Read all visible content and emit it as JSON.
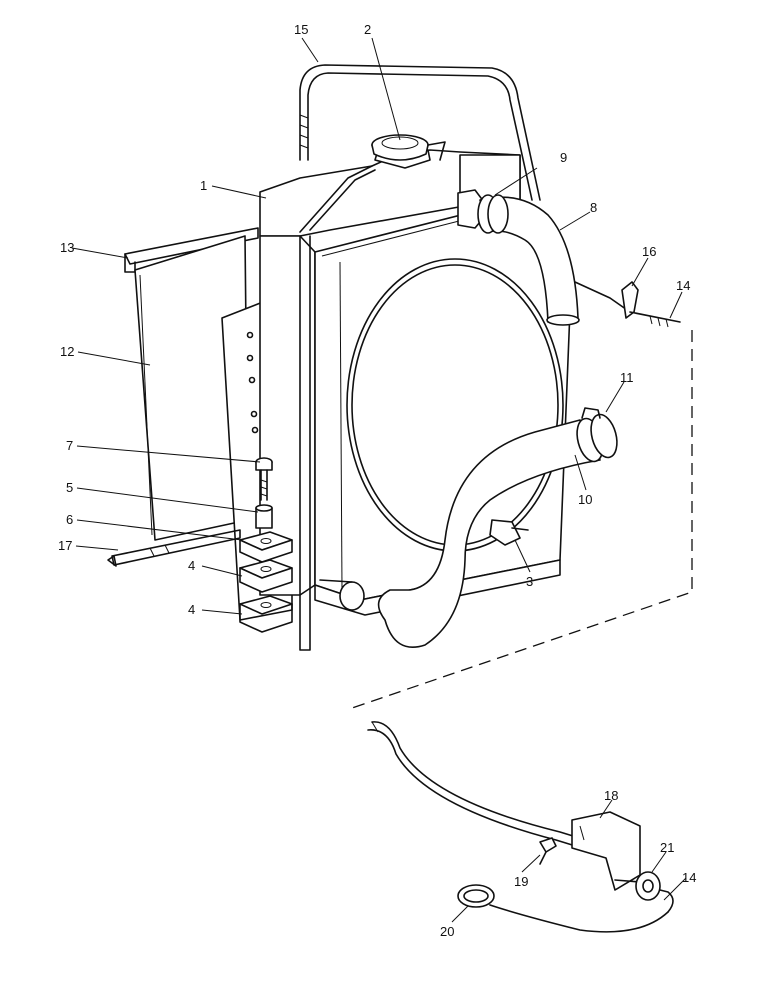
{
  "callouts": [
    {
      "id": "c1",
      "text": "1"
    },
    {
      "id": "c2",
      "text": "2"
    },
    {
      "id": "c3",
      "text": "3"
    },
    {
      "id": "c4a",
      "text": "4"
    },
    {
      "id": "c4b",
      "text": "4"
    },
    {
      "id": "c5",
      "text": "5"
    },
    {
      "id": "c6",
      "text": "6"
    },
    {
      "id": "c7",
      "text": "7"
    },
    {
      "id": "c8",
      "text": "8"
    },
    {
      "id": "c9",
      "text": "9"
    },
    {
      "id": "c10",
      "text": "10"
    },
    {
      "id": "c11",
      "text": "11"
    },
    {
      "id": "c12",
      "text": "12"
    },
    {
      "id": "c13",
      "text": "13"
    },
    {
      "id": "c14a",
      "text": "14"
    },
    {
      "id": "c14b",
      "text": "14"
    },
    {
      "id": "c15",
      "text": "15"
    },
    {
      "id": "c16",
      "text": "16"
    },
    {
      "id": "c17",
      "text": "17"
    },
    {
      "id": "c18",
      "text": "18"
    },
    {
      "id": "c19",
      "text": "19"
    },
    {
      "id": "c20",
      "text": "20"
    },
    {
      "id": "c21",
      "text": "21"
    }
  ]
}
